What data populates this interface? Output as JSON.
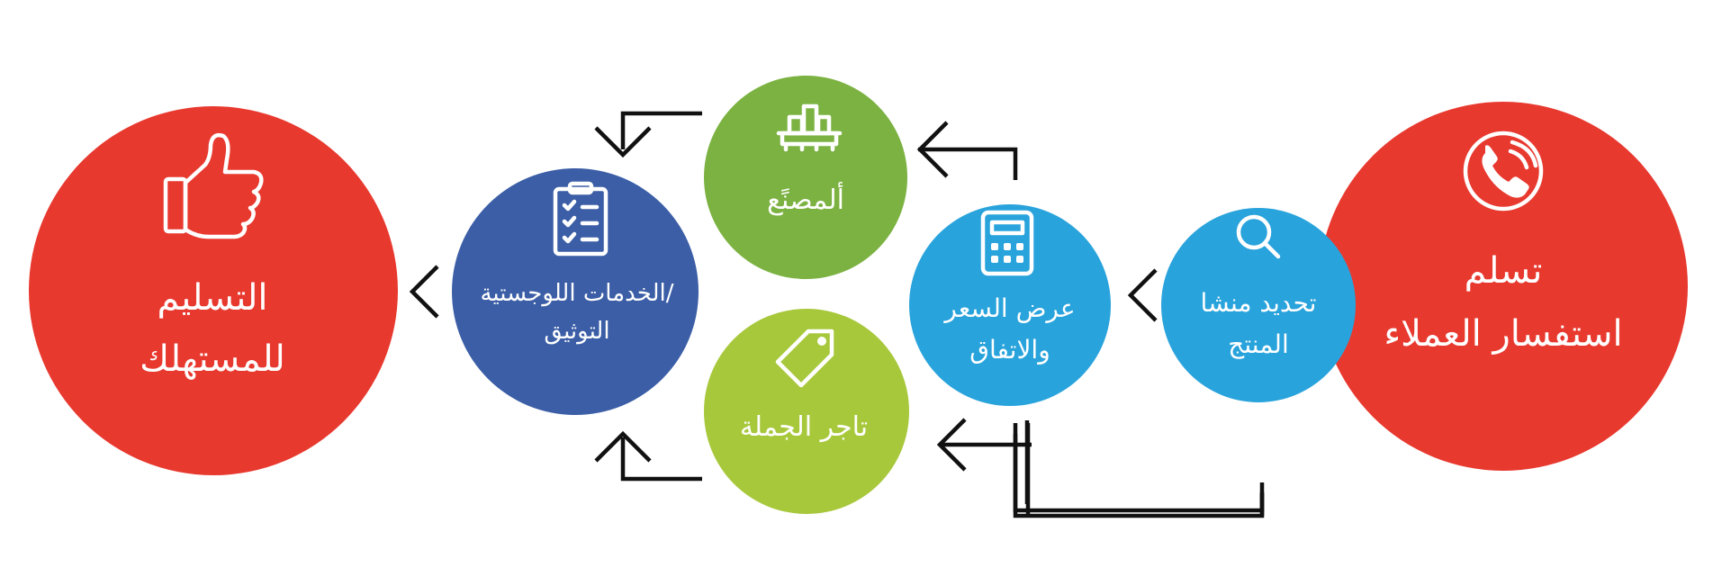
{
  "colors": {
    "red": "#e8392f",
    "light_blue": "#29a3dc",
    "dark_blue": "#3b5ea6",
    "green": "#7cb242",
    "lime": "#a8c83c",
    "connector": "#111111",
    "text": "#ffffff"
  },
  "nodes": {
    "customer_inquiry": {
      "line1": "تسلم",
      "line2": "استفسار العملاء",
      "icon": "phone-icon"
    },
    "origin": {
      "line1": "تحديد منشا",
      "line2": "المنتج",
      "icon": "search-icon"
    },
    "price_offer": {
      "line1": "عرض السعر",
      "line2": "والاتفاق",
      "icon": "calculator-icon"
    },
    "factory": {
      "line1": "ألمصنًع",
      "icon": "factory-icon"
    },
    "wholesaler": {
      "line1": "تاجر الجملة",
      "icon": "price-tag-icon"
    },
    "logistics": {
      "line1": "الخدمات اللوجستية/",
      "line2": "التوثيق",
      "icon": "clipboard-checklist-icon"
    },
    "delivery": {
      "line1": "التسليم",
      "line2": "للمستهلك",
      "icon": "thumbs-up-icon"
    }
  }
}
